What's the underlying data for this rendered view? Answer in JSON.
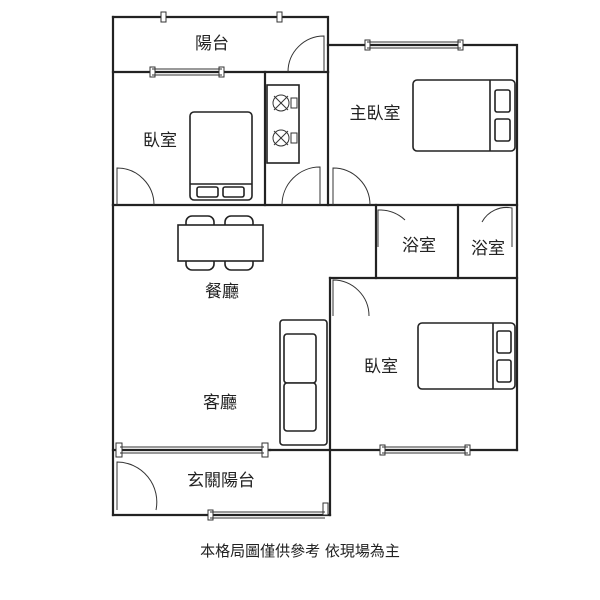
{
  "rooms": {
    "balcony_top": "陽台",
    "bedroom_left": "臥室",
    "master_bedroom": "主臥室",
    "bathroom_1": "浴室",
    "bathroom_2": "浴室",
    "dining": "餐廳",
    "living": "客廳",
    "bedroom_right": "臥室",
    "entrance_balcony": "玄關陽台"
  },
  "caption": "本格局圖僅供參考 依現場為主"
}
